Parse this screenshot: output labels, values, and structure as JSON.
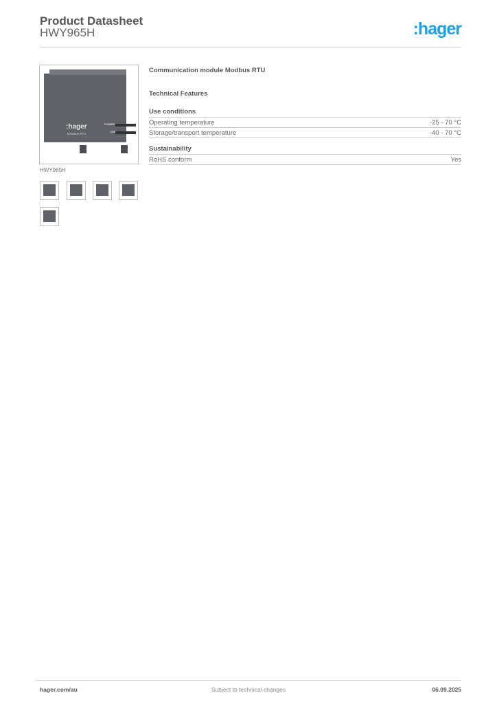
{
  "header": {
    "title": "Product Datasheet",
    "product_code": "HWY965H",
    "logo_text": ":hager",
    "brand_color": "#1aa3e8"
  },
  "product_image": {
    "caption": "HWY965H",
    "device_labels": {
      "brand": ":hager",
      "model": "MODBUS RTU",
      "led1": "POWER",
      "led2": "COM"
    },
    "thumbnail_count": 5
  },
  "main": {
    "description": "Communication module Modbus RTU",
    "technical_features_heading": "Technical Features",
    "sections": [
      {
        "heading": "Use conditions",
        "rows": [
          {
            "label": "Operating temperature",
            "value": "-25 - 70 °C"
          },
          {
            "label": "Storage/transport temperature",
            "value": "-40 - 70 °C"
          }
        ]
      },
      {
        "heading": "Sustainability",
        "rows": [
          {
            "label": "RoHS conform",
            "value": "Yes"
          }
        ]
      }
    ]
  },
  "footer": {
    "website": "hager.com/au",
    "notice": "Subject to technical changes",
    "date": "06.09.2025"
  }
}
